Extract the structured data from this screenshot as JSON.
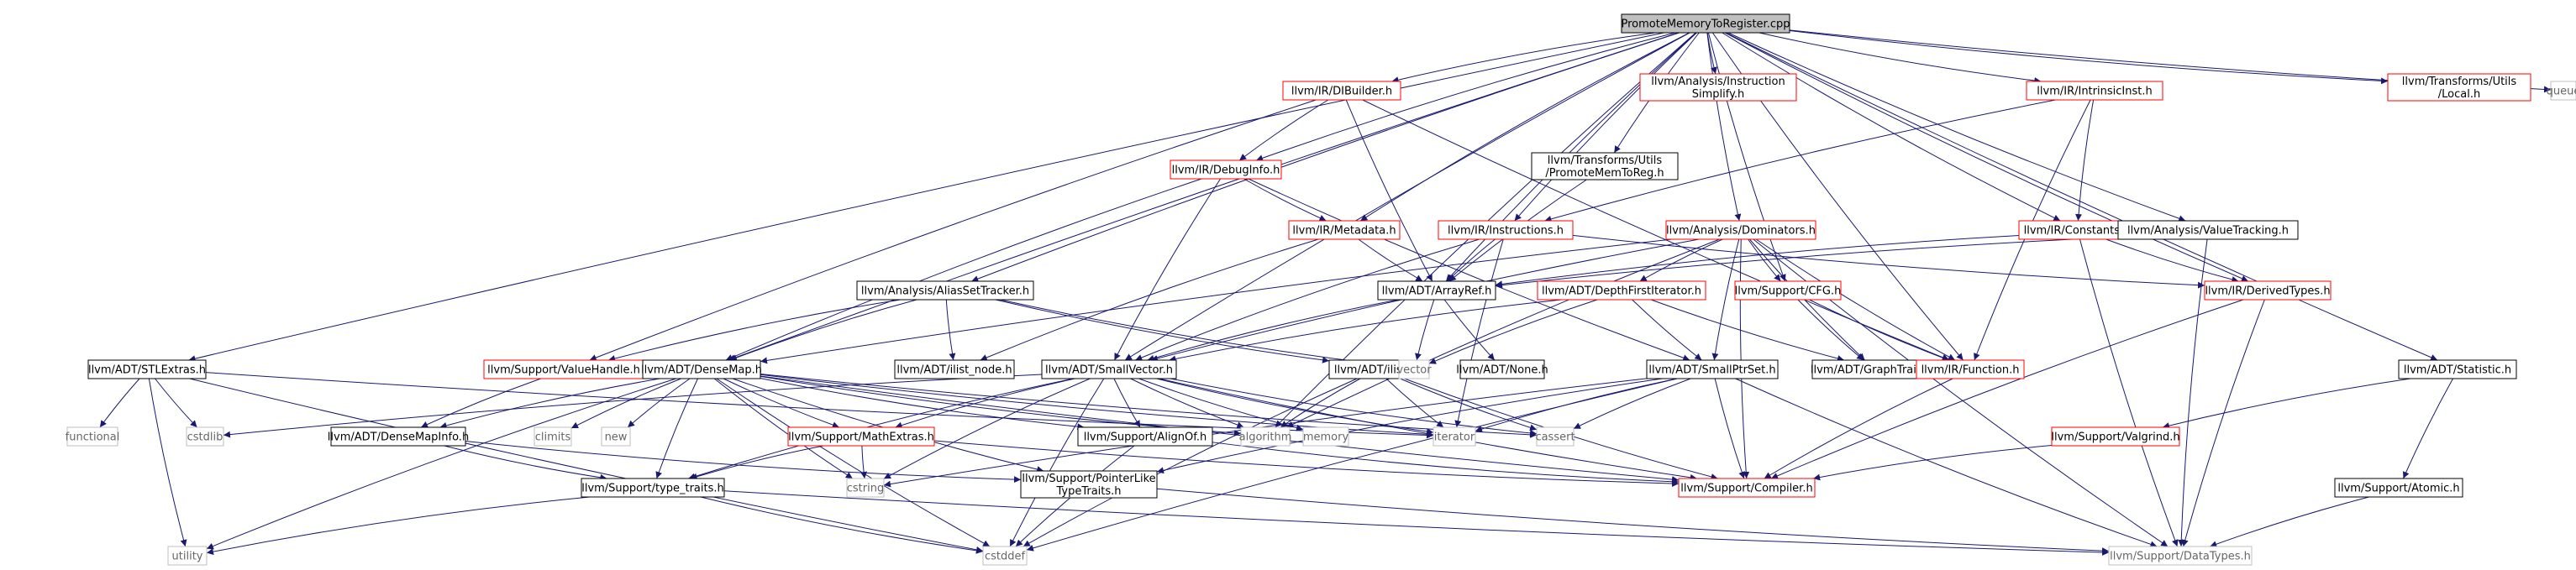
{
  "graph": {
    "nodes": {
      "root": {
        "lines": [
          "PromoteMemoryToRegister.cpp"
        ],
        "border": "root"
      },
      "dibuilder": {
        "lines": [
          "llvm/IR/DIBuilder.h"
        ],
        "border": "red"
      },
      "analysis_instsimplify": {
        "lines": [
          "llvm/Analysis/Instruction",
          "Simplify.h"
        ],
        "border": "red"
      },
      "intrinsicinst": {
        "lines": [
          "llvm/IR/IntrinsicInst.h"
        ],
        "border": "red"
      },
      "transforms_local": {
        "lines": [
          "llvm/Transforms/Utils",
          "/Local.h"
        ],
        "border": "red"
      },
      "queue": {
        "lines": [
          "queue"
        ],
        "border": "gray"
      },
      "debuginfo": {
        "lines": [
          "llvm/IR/DebugInfo.h"
        ],
        "border": "red"
      },
      "promotemem": {
        "lines": [
          "llvm/Transforms/Utils",
          "/PromoteMemToReg.h"
        ],
        "border": "black"
      },
      "metadata": {
        "lines": [
          "llvm/IR/Metadata.h"
        ],
        "border": "red"
      },
      "instructions": {
        "lines": [
          "llvm/IR/Instructions.h"
        ],
        "border": "red"
      },
      "dominators": {
        "lines": [
          "llvm/Analysis/Dominators.h"
        ],
        "border": "red"
      },
      "constants": {
        "lines": [
          "llvm/IR/Constants.h"
        ],
        "border": "red"
      },
      "valuetracking": {
        "lines": [
          "llvm/Analysis/ValueTracking.h"
        ],
        "border": "black"
      },
      "arrayref": {
        "lines": [
          "llvm/ADT/ArrayRef.h"
        ],
        "border": "black"
      },
      "aliassettracker": {
        "lines": [
          "llvm/Analysis/AliasSetTracker.h"
        ],
        "border": "black"
      },
      "depthfirst": {
        "lines": [
          "llvm/ADT/DepthFirstIterator.h"
        ],
        "border": "red"
      },
      "cfg": {
        "lines": [
          "llvm/Support/CFG.h"
        ],
        "border": "red"
      },
      "derivedtypes": {
        "lines": [
          "llvm/IR/DerivedTypes.h"
        ],
        "border": "red"
      },
      "stlextras": {
        "lines": [
          "llvm/ADT/STLExtras.h"
        ],
        "border": "black"
      },
      "valuehandle": {
        "lines": [
          "llvm/Support/ValueHandle.h"
        ],
        "border": "red"
      },
      "densemap": {
        "lines": [
          "llvm/ADT/DenseMap.h"
        ],
        "border": "black"
      },
      "ilist_node": {
        "lines": [
          "llvm/ADT/ilist_node.h"
        ],
        "border": "black"
      },
      "smallvector": {
        "lines": [
          "llvm/ADT/SmallVector.h"
        ],
        "border": "black"
      },
      "ilist": {
        "lines": [
          "llvm/ADT/ilist.h"
        ],
        "border": "black"
      },
      "vector": {
        "lines": [
          "vector"
        ],
        "border": "gray"
      },
      "none": {
        "lines": [
          "llvm/ADT/None.h"
        ],
        "border": "black"
      },
      "smallptrset": {
        "lines": [
          "llvm/ADT/SmallPtrSet.h"
        ],
        "border": "black"
      },
      "graphtraits": {
        "lines": [
          "llvm/ADT/GraphTraits.h"
        ],
        "border": "black"
      },
      "function": {
        "lines": [
          "llvm/IR/Function.h"
        ],
        "border": "red"
      },
      "statistic": {
        "lines": [
          "llvm/ADT/Statistic.h"
        ],
        "border": "black"
      },
      "functional": {
        "lines": [
          "functional"
        ],
        "border": "gray"
      },
      "cstdlib": {
        "lines": [
          "cstdlib"
        ],
        "border": "gray"
      },
      "densemapinfo": {
        "lines": [
          "llvm/ADT/DenseMapInfo.h"
        ],
        "border": "black"
      },
      "climits": {
        "lines": [
          "climits"
        ],
        "border": "gray"
      },
      "new": {
        "lines": [
          "new"
        ],
        "border": "gray"
      },
      "mathextras": {
        "lines": [
          "llvm/Support/MathExtras.h"
        ],
        "border": "red"
      },
      "alignof": {
        "lines": [
          "llvm/Support/AlignOf.h"
        ],
        "border": "black"
      },
      "algorithm": {
        "lines": [
          "algorithm"
        ],
        "border": "gray"
      },
      "memory": {
        "lines": [
          "memory"
        ],
        "border": "gray"
      },
      "iterator": {
        "lines": [
          "iterator"
        ],
        "border": "gray"
      },
      "cassert": {
        "lines": [
          "cassert"
        ],
        "border": "gray"
      },
      "valgrind": {
        "lines": [
          "llvm/Support/Valgrind.h"
        ],
        "border": "red"
      },
      "typetraits": {
        "lines": [
          "llvm/Support/type_traits.h"
        ],
        "border": "black"
      },
      "cstring": {
        "lines": [
          "cstring"
        ],
        "border": "gray"
      },
      "pointerlike": {
        "lines": [
          "llvm/Support/PointerLike",
          "TypeTraits.h"
        ],
        "border": "black"
      },
      "compiler": {
        "lines": [
          "llvm/Support/Compiler.h"
        ],
        "border": "red"
      },
      "atomic": {
        "lines": [
          "llvm/Support/Atomic.h"
        ],
        "border": "black"
      },
      "utility": {
        "lines": [
          "utility"
        ],
        "border": "gray"
      },
      "cstddef": {
        "lines": [
          "cstddef"
        ],
        "border": "gray"
      },
      "datatypes": {
        "lines": [
          "llvm/Support/DataTypes.h"
        ],
        "border": "gray"
      }
    },
    "edges": [
      [
        "root",
        "dibuilder"
      ],
      [
        "root",
        "analysis_instsimplify"
      ],
      [
        "root",
        "intrinsicinst"
      ],
      [
        "root",
        "transforms_local"
      ],
      [
        "root",
        "queue"
      ],
      [
        "root",
        "debuginfo"
      ],
      [
        "root",
        "promotemem"
      ],
      [
        "root",
        "metadata"
      ],
      [
        "root",
        "instructions"
      ],
      [
        "root",
        "dominators"
      ],
      [
        "root",
        "constants"
      ],
      [
        "root",
        "valuetracking"
      ],
      [
        "root",
        "arrayref"
      ],
      [
        "root",
        "aliassettracker"
      ],
      [
        "root",
        "cfg"
      ],
      [
        "root",
        "derivedtypes"
      ],
      [
        "root",
        "stlextras"
      ],
      [
        "root",
        "densemap"
      ],
      [
        "root",
        "smallvector"
      ],
      [
        "root",
        "function"
      ],
      [
        "root",
        "statistic"
      ],
      [
        "root",
        "algorithm"
      ],
      [
        "dibuilder",
        "debuginfo"
      ],
      [
        "dibuilder",
        "arrayref"
      ],
      [
        "dibuilder",
        "valuehandle"
      ],
      [
        "dibuilder",
        "function"
      ],
      [
        "intrinsicinst",
        "instructions"
      ],
      [
        "intrinsicinst",
        "constants"
      ],
      [
        "intrinsicinst",
        "function"
      ],
      [
        "debuginfo",
        "metadata"
      ],
      [
        "debuginfo",
        "densemap"
      ],
      [
        "debuginfo",
        "smallvector"
      ],
      [
        "debuginfo",
        "smallptrset"
      ],
      [
        "promotemem",
        "arrayref"
      ],
      [
        "metadata",
        "arrayref"
      ],
      [
        "metadata",
        "ilist_node"
      ],
      [
        "instructions",
        "arrayref"
      ],
      [
        "instructions",
        "smallvector"
      ],
      [
        "instructions",
        "derivedtypes"
      ],
      [
        "instructions",
        "iterator"
      ],
      [
        "dominators",
        "densemap"
      ],
      [
        "dominators",
        "depthfirst"
      ],
      [
        "dominators",
        "graphtraits"
      ],
      [
        "dominators",
        "smallptrset"
      ],
      [
        "dominators",
        "smallvector"
      ],
      [
        "dominators",
        "cfg"
      ],
      [
        "dominators",
        "function"
      ],
      [
        "dominators",
        "algorithm"
      ],
      [
        "dominators",
        "compiler"
      ],
      [
        "dominators",
        "datatypes"
      ],
      [
        "constants",
        "arrayref"
      ],
      [
        "constants",
        "derivedtypes"
      ],
      [
        "constants",
        "datatypes"
      ],
      [
        "valuetracking",
        "arrayref"
      ],
      [
        "valuetracking",
        "datatypes"
      ],
      [
        "arrayref",
        "none"
      ],
      [
        "arrayref",
        "smallvector"
      ],
      [
        "arrayref",
        "vector"
      ],
      [
        "aliassettracker",
        "densemap"
      ],
      [
        "aliassettracker",
        "ilist"
      ],
      [
        "aliassettracker",
        "ilist_node"
      ],
      [
        "aliassettracker",
        "valuehandle"
      ],
      [
        "aliassettracker",
        "vector"
      ],
      [
        "depthfirst",
        "graphtraits"
      ],
      [
        "depthfirst",
        "smallptrset"
      ],
      [
        "depthfirst",
        "smallvector"
      ],
      [
        "depthfirst",
        "vector"
      ],
      [
        "cfg",
        "function"
      ],
      [
        "cfg",
        "graphtraits"
      ],
      [
        "derivedtypes",
        "datatypes"
      ],
      [
        "derivedtypes",
        "compiler"
      ],
      [
        "stlextras",
        "functional"
      ],
      [
        "stlextras",
        "cstdlib"
      ],
      [
        "stlextras",
        "cstddef"
      ],
      [
        "stlextras",
        "utility"
      ],
      [
        "stlextras",
        "iterator"
      ],
      [
        "valuehandle",
        "densemapinfo"
      ],
      [
        "densemap",
        "densemapinfo"
      ],
      [
        "densemap",
        "mathextras"
      ],
      [
        "densemap",
        "alignof"
      ],
      [
        "densemap",
        "typetraits"
      ],
      [
        "densemap",
        "pointerlike"
      ],
      [
        "densemap",
        "algorithm"
      ],
      [
        "densemap",
        "iterator"
      ],
      [
        "densemap",
        "climits"
      ],
      [
        "densemap",
        "new"
      ],
      [
        "densemap",
        "cstring"
      ],
      [
        "densemap",
        "cstddef"
      ],
      [
        "densemap",
        "utility"
      ],
      [
        "densemap",
        "compiler"
      ],
      [
        "densemap",
        "cassert"
      ],
      [
        "smallvector",
        "alignof"
      ],
      [
        "smallvector",
        "compiler"
      ],
      [
        "smallvector",
        "typetraits"
      ],
      [
        "smallvector",
        "algorithm"
      ],
      [
        "smallvector",
        "cassert"
      ],
      [
        "smallvector",
        "cstddef"
      ],
      [
        "smallvector",
        "cstdlib"
      ],
      [
        "smallvector",
        "cstring"
      ],
      [
        "smallvector",
        "iterator"
      ],
      [
        "smallvector",
        "memory"
      ],
      [
        "smallvector",
        "mathextras"
      ],
      [
        "ilist",
        "algorithm"
      ],
      [
        "ilist",
        "cassert"
      ],
      [
        "ilist",
        "cstddef"
      ],
      [
        "ilist",
        "iterator"
      ],
      [
        "ilist",
        "compiler"
      ],
      [
        "smallptrset",
        "compiler"
      ],
      [
        "smallptrset",
        "datatypes"
      ],
      [
        "smallptrset",
        "pointerlike"
      ],
      [
        "smallptrset",
        "cassert"
      ],
      [
        "smallptrset",
        "cstddef"
      ],
      [
        "smallptrset",
        "cstring"
      ],
      [
        "smallptrset",
        "iterator"
      ],
      [
        "function",
        "compiler"
      ],
      [
        "statistic",
        "valgrind"
      ],
      [
        "statistic",
        "atomic"
      ],
      [
        "densemapinfo",
        "typetraits"
      ],
      [
        "densemapinfo",
        "pointerlike"
      ],
      [
        "mathextras",
        "compiler"
      ],
      [
        "mathextras",
        "cstring"
      ],
      [
        "mathextras",
        "typetraits"
      ],
      [
        "alignof",
        "compiler"
      ],
      [
        "alignof",
        "cstddef"
      ],
      [
        "valgrind",
        "compiler"
      ],
      [
        "typetraits",
        "utility"
      ],
      [
        "typetraits",
        "cstddef"
      ],
      [
        "typetraits",
        "datatypes"
      ],
      [
        "pointerlike",
        "datatypes"
      ],
      [
        "atomic",
        "datatypes"
      ]
    ]
  }
}
